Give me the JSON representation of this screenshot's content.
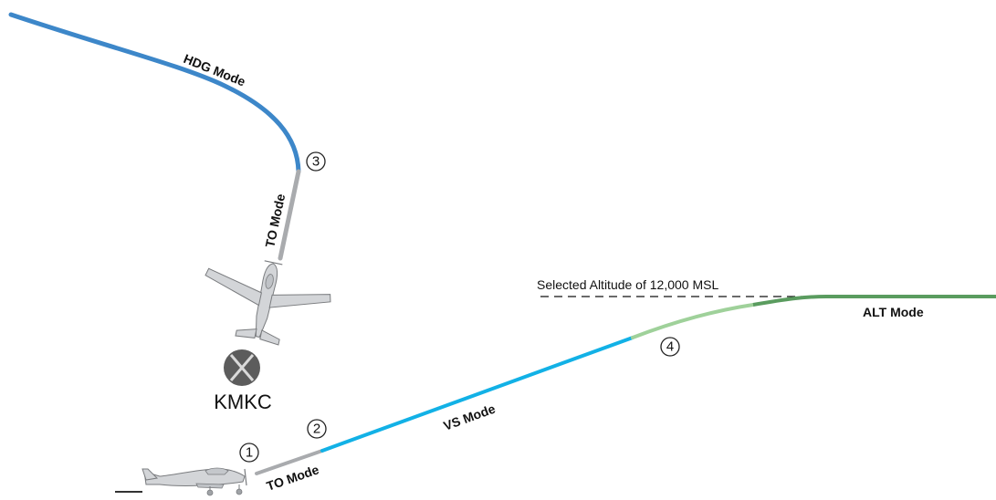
{
  "labels": {
    "hdg_mode": "HDG Mode",
    "to_mode_top": "TO Mode",
    "to_mode_bottom": "TO Mode",
    "vs_mode": "VS Mode",
    "alt_mode": "ALT Mode",
    "selected_altitude": "Selected Altitude of 12,000 MSL",
    "airport": "KMKC"
  },
  "markers": {
    "m1": "1",
    "m2": "2",
    "m3": "3",
    "m4": "4"
  },
  "colors": {
    "hdg": "#3d87c9",
    "to": "#a9abae",
    "vs": "#12b1e6",
    "capture": "#9fd19a",
    "alt": "#5a9c5f",
    "aircraft": "#d3d5d8",
    "airport_symbol": "#5c5c5c"
  }
}
